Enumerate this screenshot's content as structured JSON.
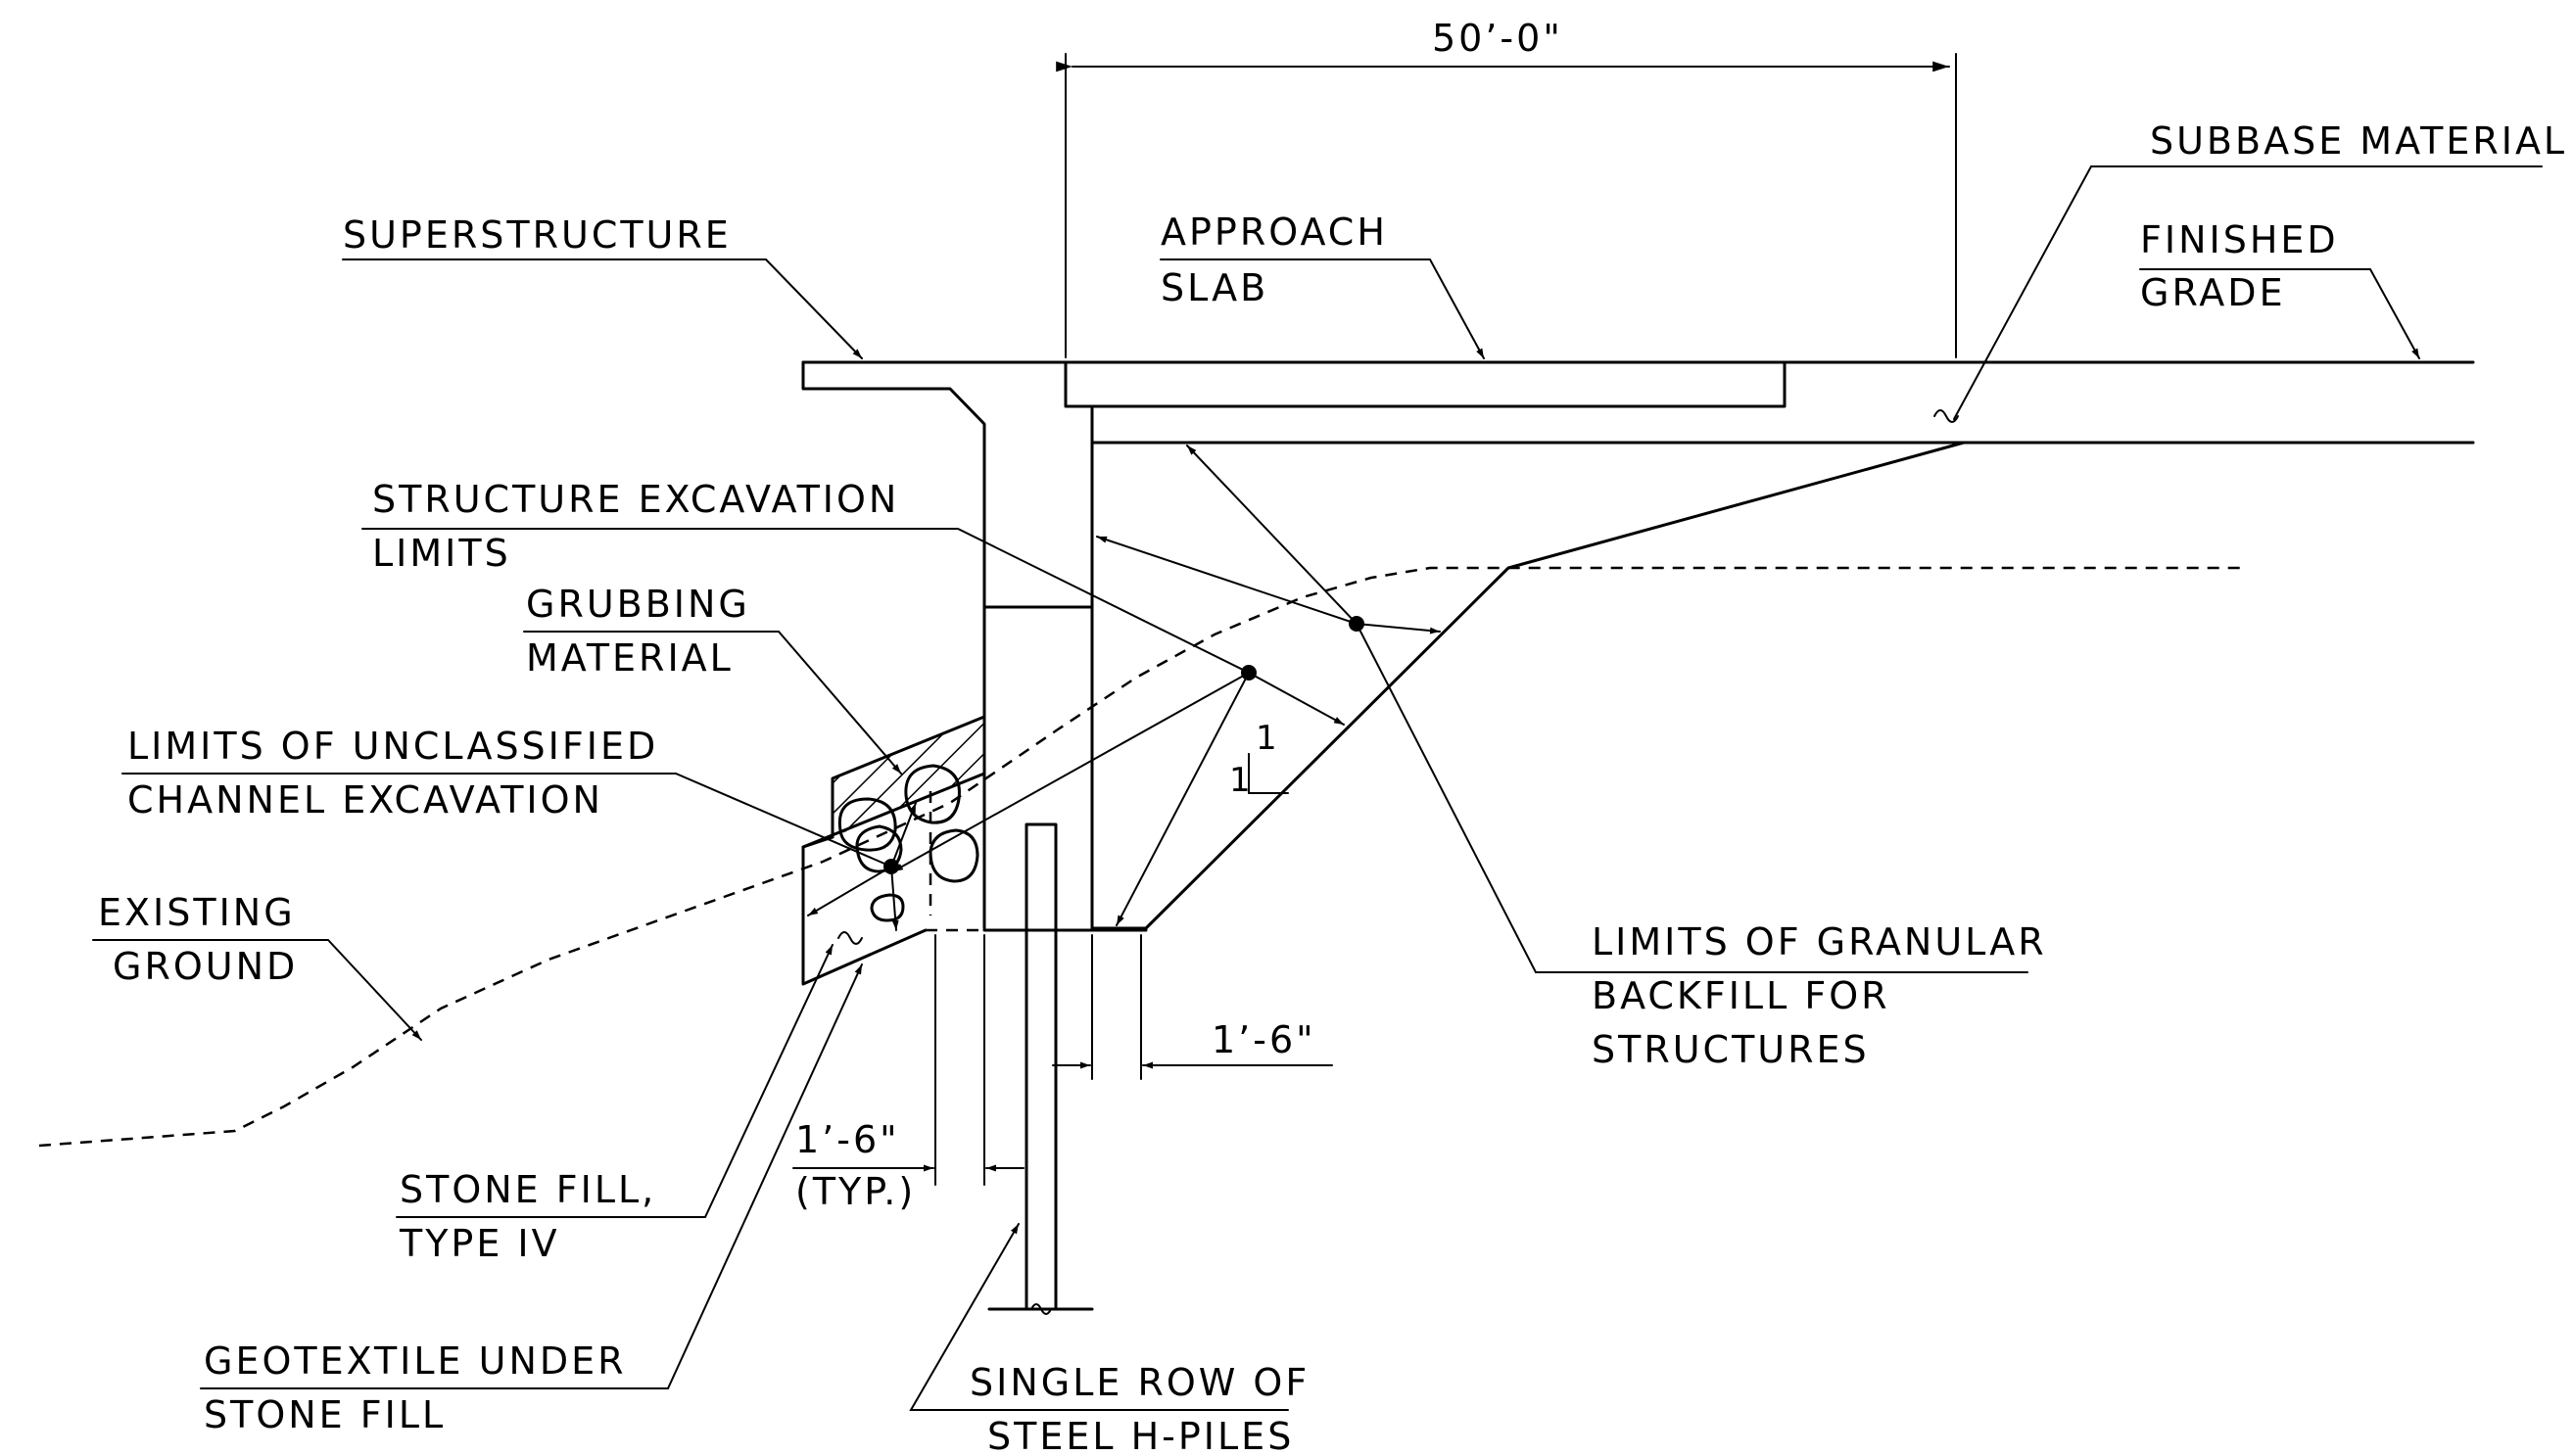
{
  "labels": {
    "dim_top": "50’-0\"",
    "subbase": "SUBBASE MATERIAL",
    "superstructure": "SUPERSTRUCTURE",
    "approach_1": "APPROACH",
    "approach_2": "SLAB",
    "finished_1": "FINISHED",
    "finished_2": "GRADE",
    "structure_exc_1": "STRUCTURE EXCAVATION",
    "structure_exc_2": "LIMITS",
    "grubbing_1": "GRUBBING",
    "grubbing_2": "MATERIAL",
    "unclassified_1": "LIMITS OF UNCLASSIFIED",
    "unclassified_2": "CHANNEL EXCAVATION",
    "existing_1": "EXISTING",
    "existing_2": "GROUND",
    "granular_1": "LIMITS OF GRANULAR",
    "granular_2": "BACKFILL FOR",
    "granular_3": "STRUCTURES",
    "dim_right": "1’-6\"",
    "dim_left_1": "1’-6\"",
    "dim_left_2": "(TYP.)",
    "stone_fill_1": "STONE FILL,",
    "stone_fill_2": "TYPE IV",
    "geotextile_1": "GEOTEXTILE UNDER",
    "geotextile_2": "STONE FILL",
    "piles_1": "SINGLE ROW OF",
    "piles_2": "STEEL H-PILES",
    "slope_num": "1",
    "slope_den": "1"
  }
}
